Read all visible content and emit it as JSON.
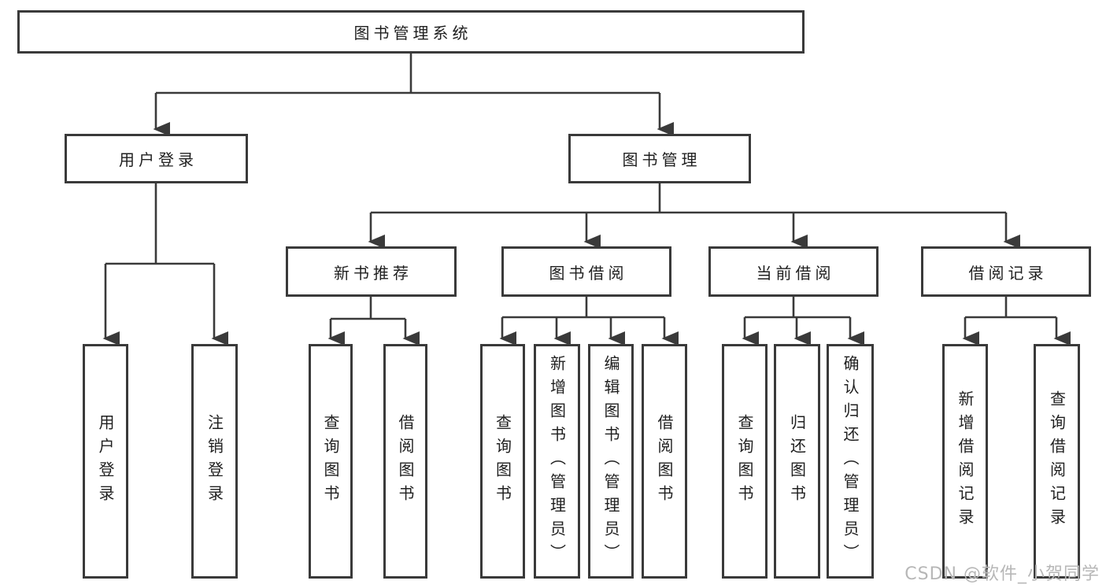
{
  "diagram": {
    "root": {
      "label": "图书管理系统"
    },
    "branches": [
      {
        "label": "用户登录",
        "children": [
          {
            "label": "用户登录"
          },
          {
            "label": "注销登录"
          }
        ]
      },
      {
        "label": "图书管理",
        "children": [
          {
            "label": "新书推荐",
            "children": [
              {
                "label": "查询图书"
              },
              {
                "label": "借阅图书"
              }
            ]
          },
          {
            "label": "图书借阅",
            "children": [
              {
                "label": "查询图书"
              },
              {
                "label": "新增图书（管理员）"
              },
              {
                "label": "编辑图书（管理员）"
              },
              {
                "label": "借阅图书"
              }
            ]
          },
          {
            "label": "当前借阅",
            "children": [
              {
                "label": "查询图书"
              },
              {
                "label": "归还图书"
              },
              {
                "label": "确认归还（管理员）"
              }
            ]
          },
          {
            "label": "借阅记录",
            "children": [
              {
                "label": "新增借阅记录"
              },
              {
                "label": "查询借阅记录"
              }
            ]
          }
        ]
      }
    ]
  },
  "watermark": {
    "text": "CSDN @软件_小贺同学"
  },
  "colors": {
    "line": "#3a3a3a",
    "box_border": "#3a3a3a",
    "box_fill": "#ffffff",
    "text": "#1f1f1f",
    "watermark": "#b7b7b7",
    "background": "#ffffff"
  }
}
